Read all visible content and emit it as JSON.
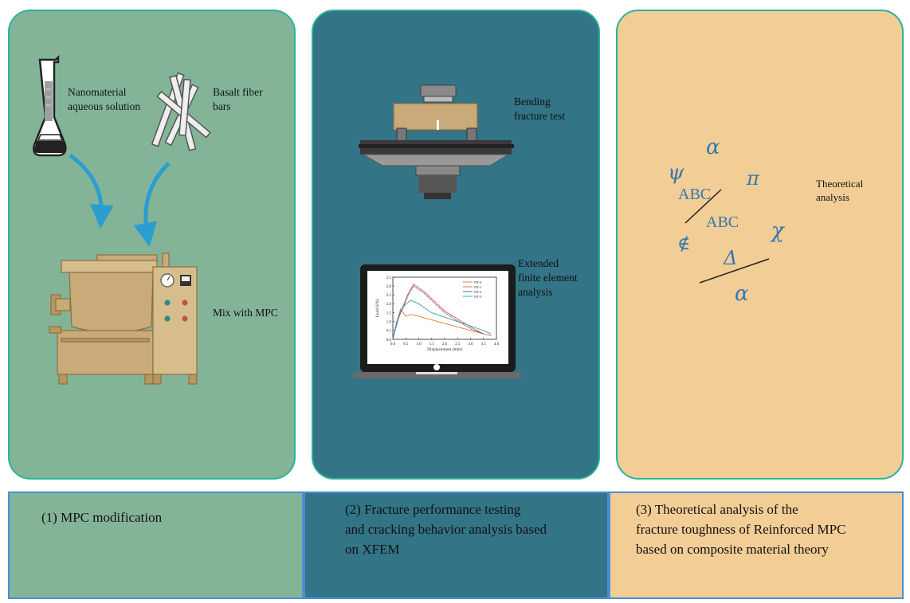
{
  "panels": {
    "mpc": {
      "nano_label": [
        "Nanomaterial",
        "aqueous solution"
      ],
      "fiber_label": [
        "Basalt fiber",
        "bars"
      ],
      "mix_label": "Mix with MPC"
    },
    "fracture": {
      "bending_label": [
        "Bending",
        "fracture test"
      ],
      "xfem_label": [
        "Extended",
        "finite element",
        "analysis"
      ],
      "chart_data": {
        "type": "line",
        "xlabel": "Displacement (mm)",
        "ylabel": "Load (kN)",
        "xlim": [
          0,
          4.0
        ],
        "ylim": [
          0,
          3.5
        ],
        "xticks": [
          "0.0",
          "0.5",
          "1.0",
          "1.5",
          "2.0",
          "2.5",
          "3.0",
          "3.5",
          "4.0"
        ],
        "yticks": [
          "0.0",
          "0.5",
          "1.0",
          "1.5",
          "2.0",
          "2.5",
          "3.0",
          "3.5"
        ],
        "series": [
          {
            "name": "NT-0",
            "color": "#e07a2e",
            "x": [
              0,
              0.15,
              0.3,
              0.5,
              0.7,
              1.0,
              2.0,
              3.0,
              3.8
            ],
            "y": [
              0,
              1.0,
              1.7,
              1.3,
              1.4,
              1.3,
              0.9,
              0.5,
              0.2
            ]
          },
          {
            "name": "NT-1",
            "color": "#e05a5a",
            "x": [
              0,
              0.2,
              0.4,
              0.6,
              0.8,
              1.2,
              2.0,
              3.0,
              3.5
            ],
            "y": [
              0,
              1.2,
              1.9,
              2.6,
              3.1,
              2.7,
              1.6,
              0.7,
              0.3
            ]
          },
          {
            "name": "NT-2",
            "color": "#5b4a9e",
            "x": [
              0,
              0.2,
              0.4,
              0.6,
              0.8,
              1.2,
              2.0,
              3.0,
              3.5
            ],
            "y": [
              0,
              1.1,
              1.8,
              2.5,
              3.0,
              2.6,
              1.5,
              0.6,
              0.3
            ]
          },
          {
            "name": "NT-3",
            "color": "#2aa3a3",
            "x": [
              0,
              0.15,
              0.3,
              0.5,
              0.7,
              1.0,
              1.5,
              2.5,
              3.5,
              3.8
            ],
            "y": [
              0,
              1.0,
              1.6,
              2.0,
              2.2,
              2.0,
              1.5,
              1.0,
              0.5,
              0.3
            ]
          }
        ]
      }
    },
    "theory": {
      "label": [
        "Theoretical",
        "analysis"
      ],
      "symbols": {
        "alpha": "α",
        "psi": "ψ",
        "pi": "π",
        "abc": "ABC",
        "chi": "χ",
        "notin": "∉",
        "delta": "Δ"
      }
    }
  },
  "captions": {
    "c1": [
      "(1) MPC modification"
    ],
    "c2": [
      "(2) Fracture performance testing",
      "and cracking behavior analysis based",
      "on XFEM"
    ],
    "c3": [
      "(3) Theoretical analysis of the",
      "fracture toughness of Reinforced MPC",
      "based on composite material theory"
    ]
  }
}
